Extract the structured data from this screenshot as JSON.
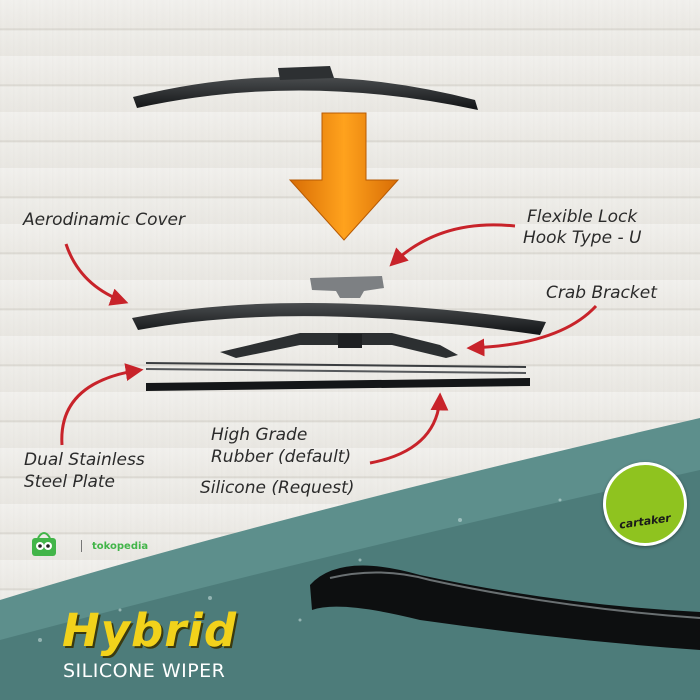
{
  "labels": {
    "aero_cover": "Aerodinamic Cover",
    "lock_line1": "Flexible Lock",
    "lock_line2": "Hook Type - U",
    "crab_bracket": "Crab Bracket",
    "steel_line1": "Dual Stainless",
    "steel_line2": "Steel Plate",
    "rubber_line1": "High Grade",
    "rubber_line2": "Rubber (default)",
    "silicone": "Silicone (Request)"
  },
  "shop": {
    "name": "tokopedia",
    "icon": "owl-shopping-bag-icon"
  },
  "brand": {
    "name": "cartaker",
    "icon": "classic-car-icon",
    "color": "#8fc31f"
  },
  "banner": {
    "title": "Hybrid",
    "subtitle": "SILICONE WIPER",
    "title_color": "#f2d21b"
  },
  "colors": {
    "arrow_main": "#f08a0c",
    "callout": "#c8232a",
    "water": "#5d8f8c",
    "blade": "#222222"
  }
}
